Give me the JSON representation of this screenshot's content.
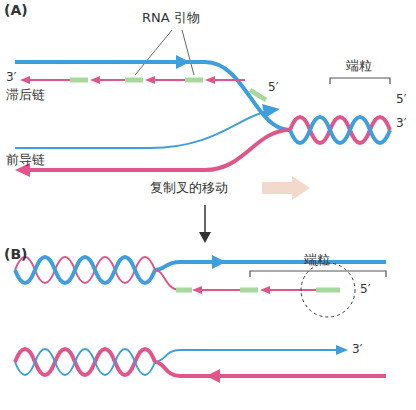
{
  "diagram": {
    "labels": [
      "(A)",
      "RNA 引物",
      "端粒",
      "5′",
      "5′",
      "3′",
      "滞后链",
      "3′",
      "前导链",
      "复制叉的移动",
      "(B)",
      "端粒",
      "5′",
      "3′"
    ]
  }
}
